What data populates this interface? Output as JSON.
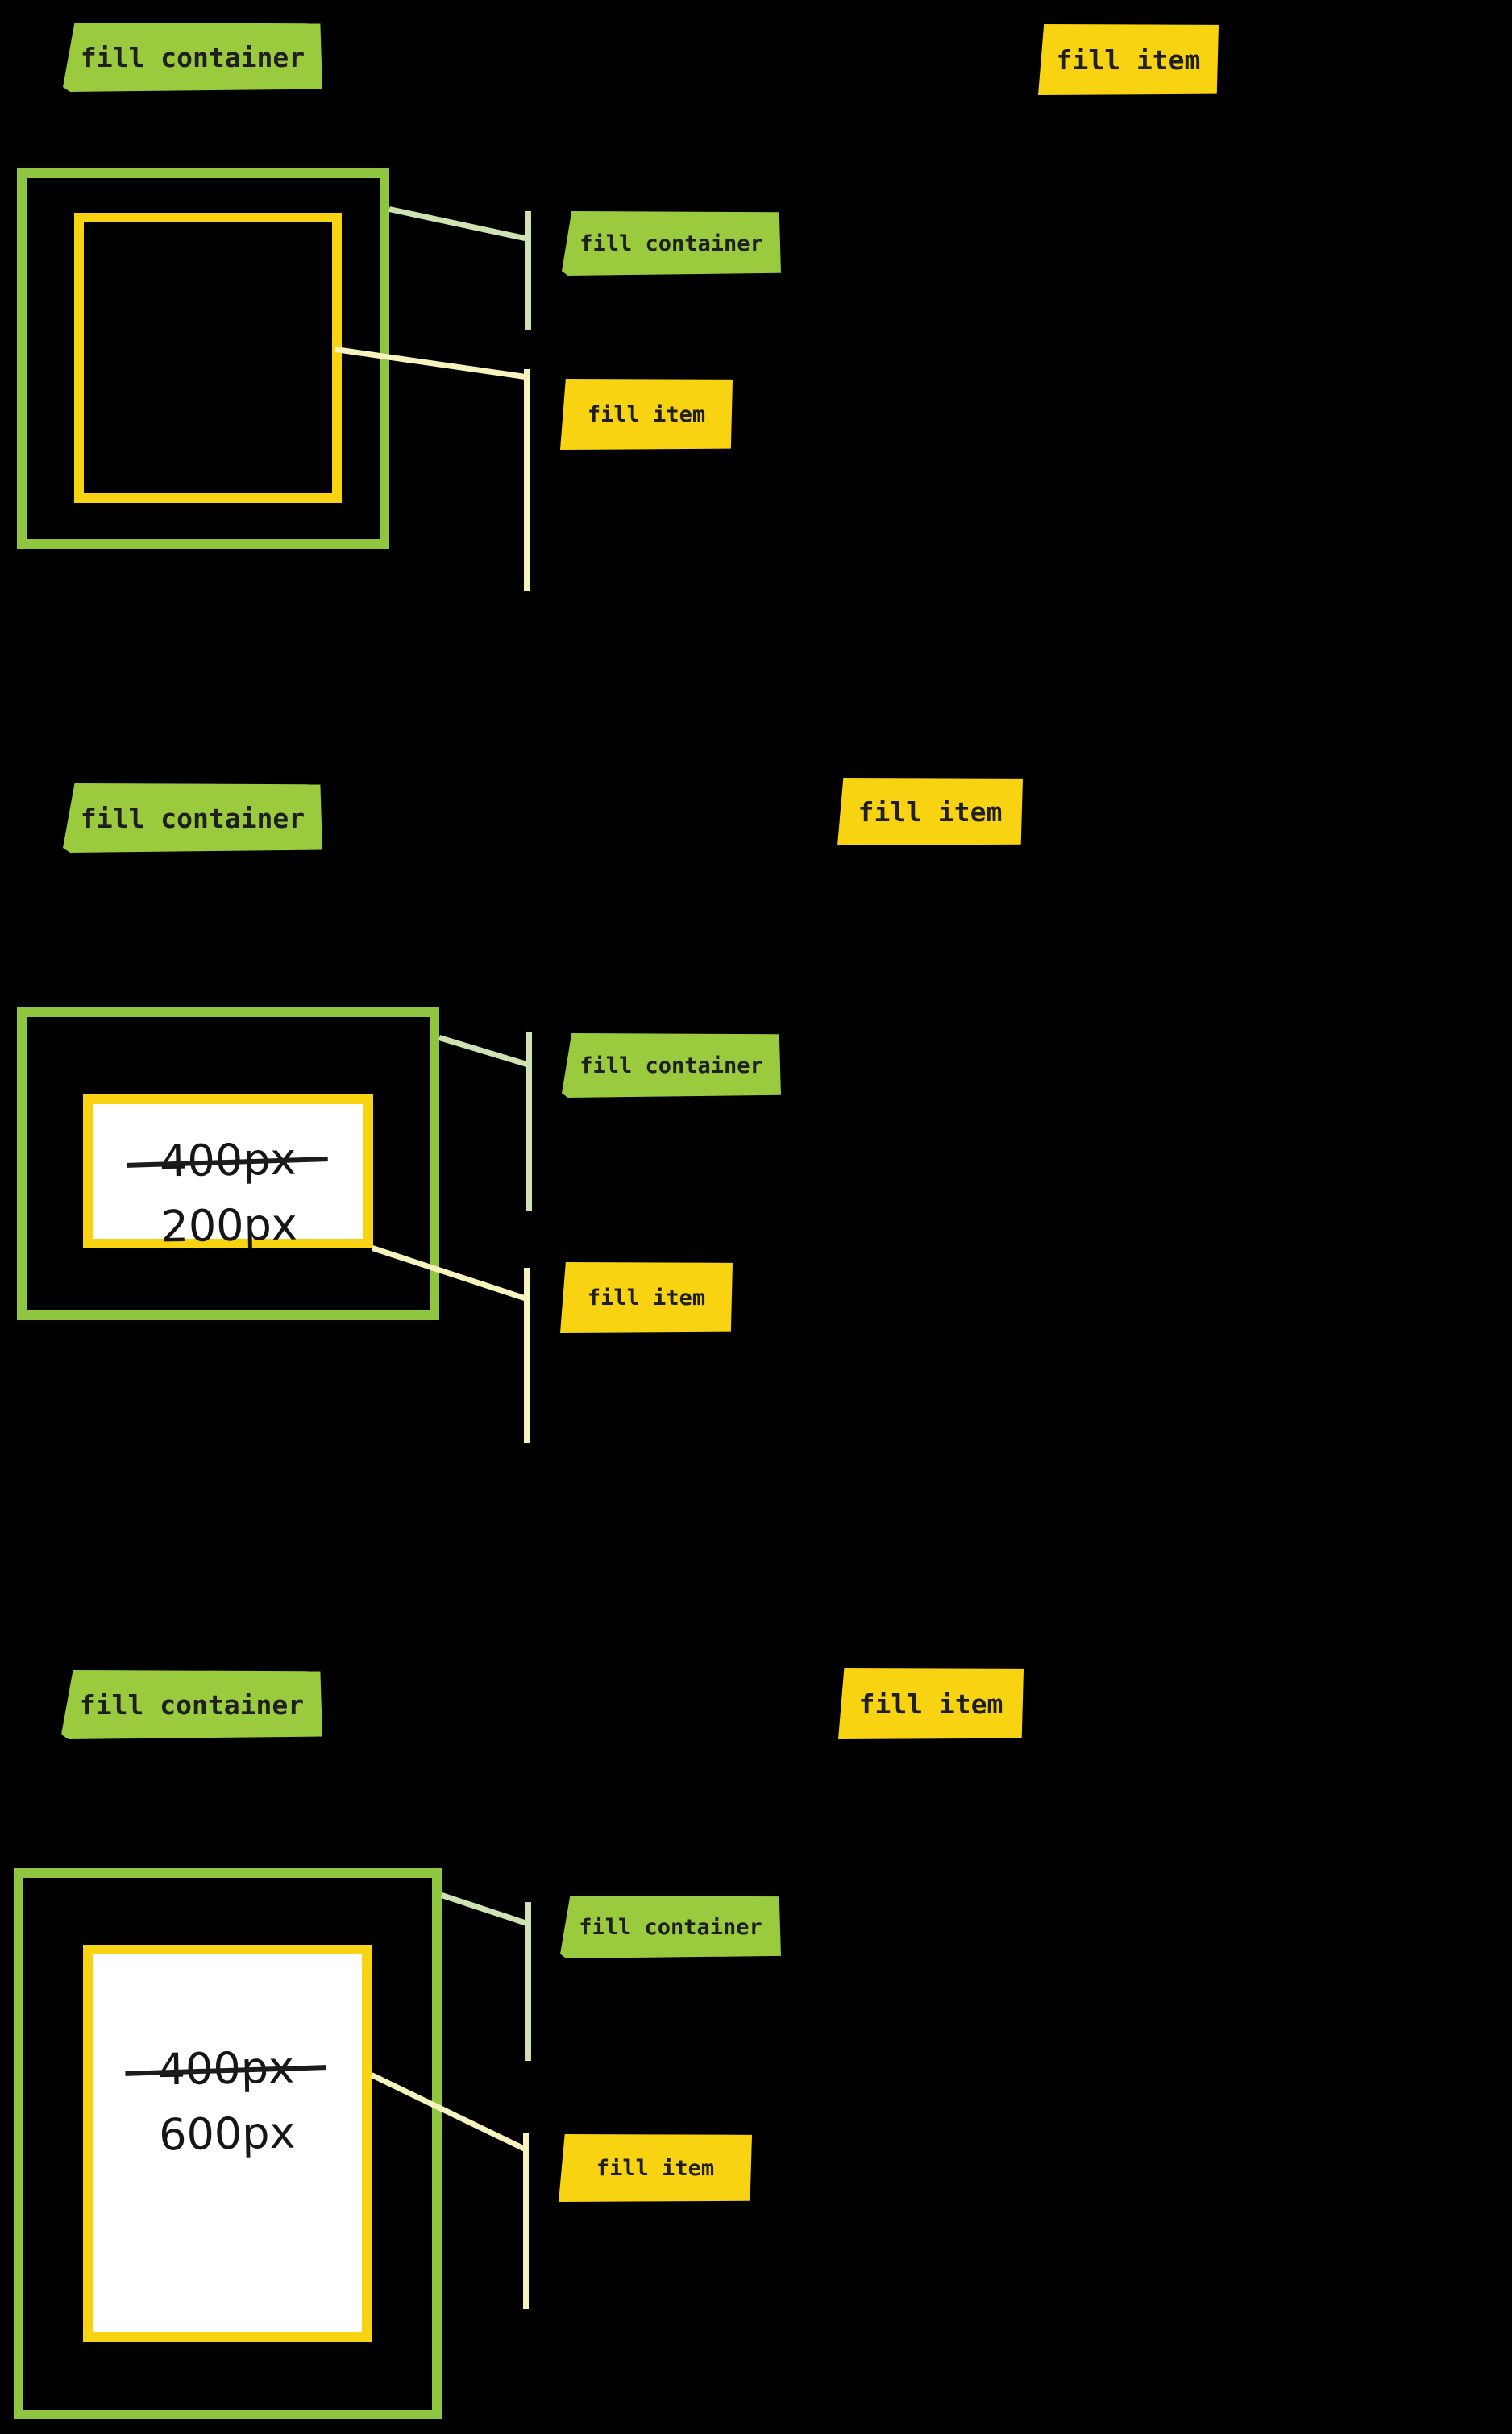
{
  "colors": {
    "background": "#000000",
    "container_green": "#8ec63f",
    "label_green": "#9aca3e",
    "item_yellow": "#f8d311",
    "callout_pale_green": "#cfe3b2",
    "callout_pale_yellow": "#f8f2bd",
    "ink": "#1f1f1f",
    "item_fill_white": "#ffffff"
  },
  "sections": [
    {
      "header": {
        "container_label": "fill container",
        "item_label": "fill item"
      },
      "callout": {
        "container_label": "fill container",
        "item_label": "fill item"
      }
    },
    {
      "header": {
        "container_label": "fill container",
        "item_label": "fill item"
      },
      "callout": {
        "container_label": "fill container",
        "item_label": "fill item"
      },
      "size": {
        "struck": "400px",
        "value": "200px"
      }
    },
    {
      "header": {
        "container_label": "fill container",
        "item_label": "fill item"
      },
      "callout": {
        "container_label": "fill container",
        "item_label": "fill item"
      },
      "size": {
        "struck": "400px",
        "value": "600px"
      }
    }
  ]
}
